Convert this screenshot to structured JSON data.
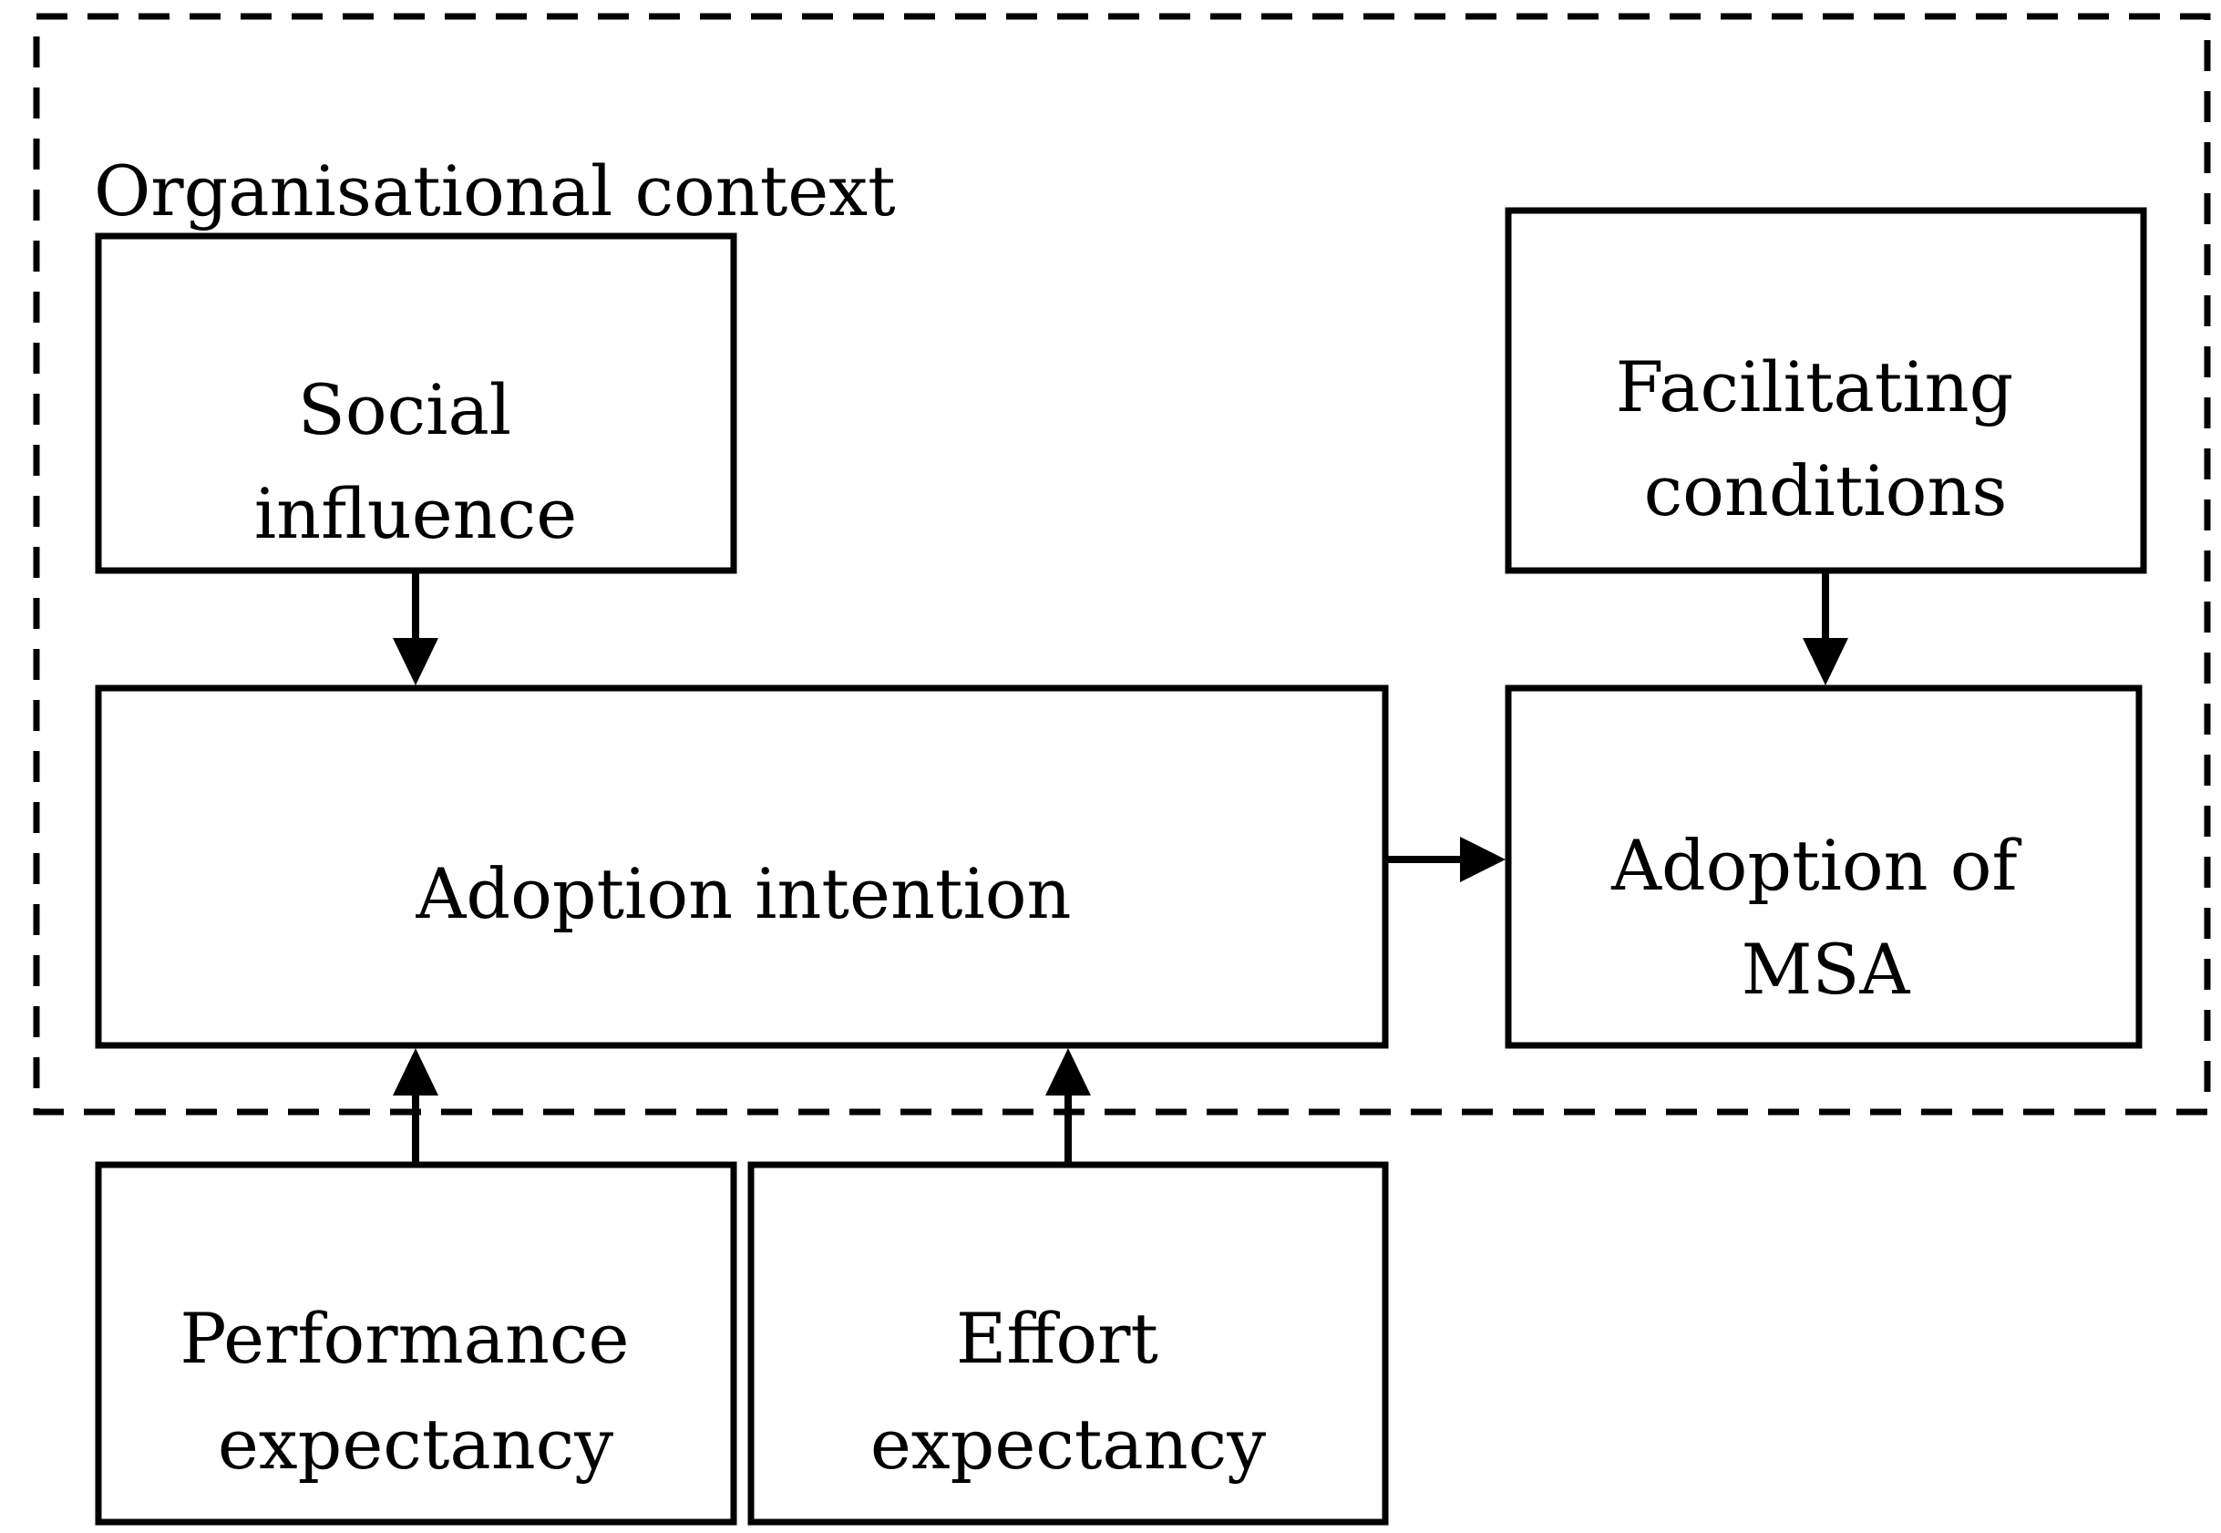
{
  "context": {
    "label": "Organisational context"
  },
  "boxes": {
    "social_influence": {
      "line1": "Social",
      "line2": "influence"
    },
    "facilitating_conditions": {
      "line1": "Facilitating",
      "line2": "conditions"
    },
    "adoption_intention": {
      "line1": "Adoption intention"
    },
    "adoption_msa": {
      "line1": "Adoption of",
      "line2": "MSA"
    },
    "performance_expectancy": {
      "line1": "Performance",
      "line2": "expectancy"
    },
    "effort_expectancy": {
      "line1": "Effort",
      "line2": "expectancy"
    }
  },
  "edges": [
    {
      "from": "Social influence",
      "to": "Adoption intention"
    },
    {
      "from": "Facilitating conditions",
      "to": "Adoption of MSA"
    },
    {
      "from": "Adoption intention",
      "to": "Adoption of MSA"
    },
    {
      "from": "Performance expectancy",
      "to": "Adoption intention"
    },
    {
      "from": "Effort expectancy",
      "to": "Adoption intention"
    }
  ]
}
